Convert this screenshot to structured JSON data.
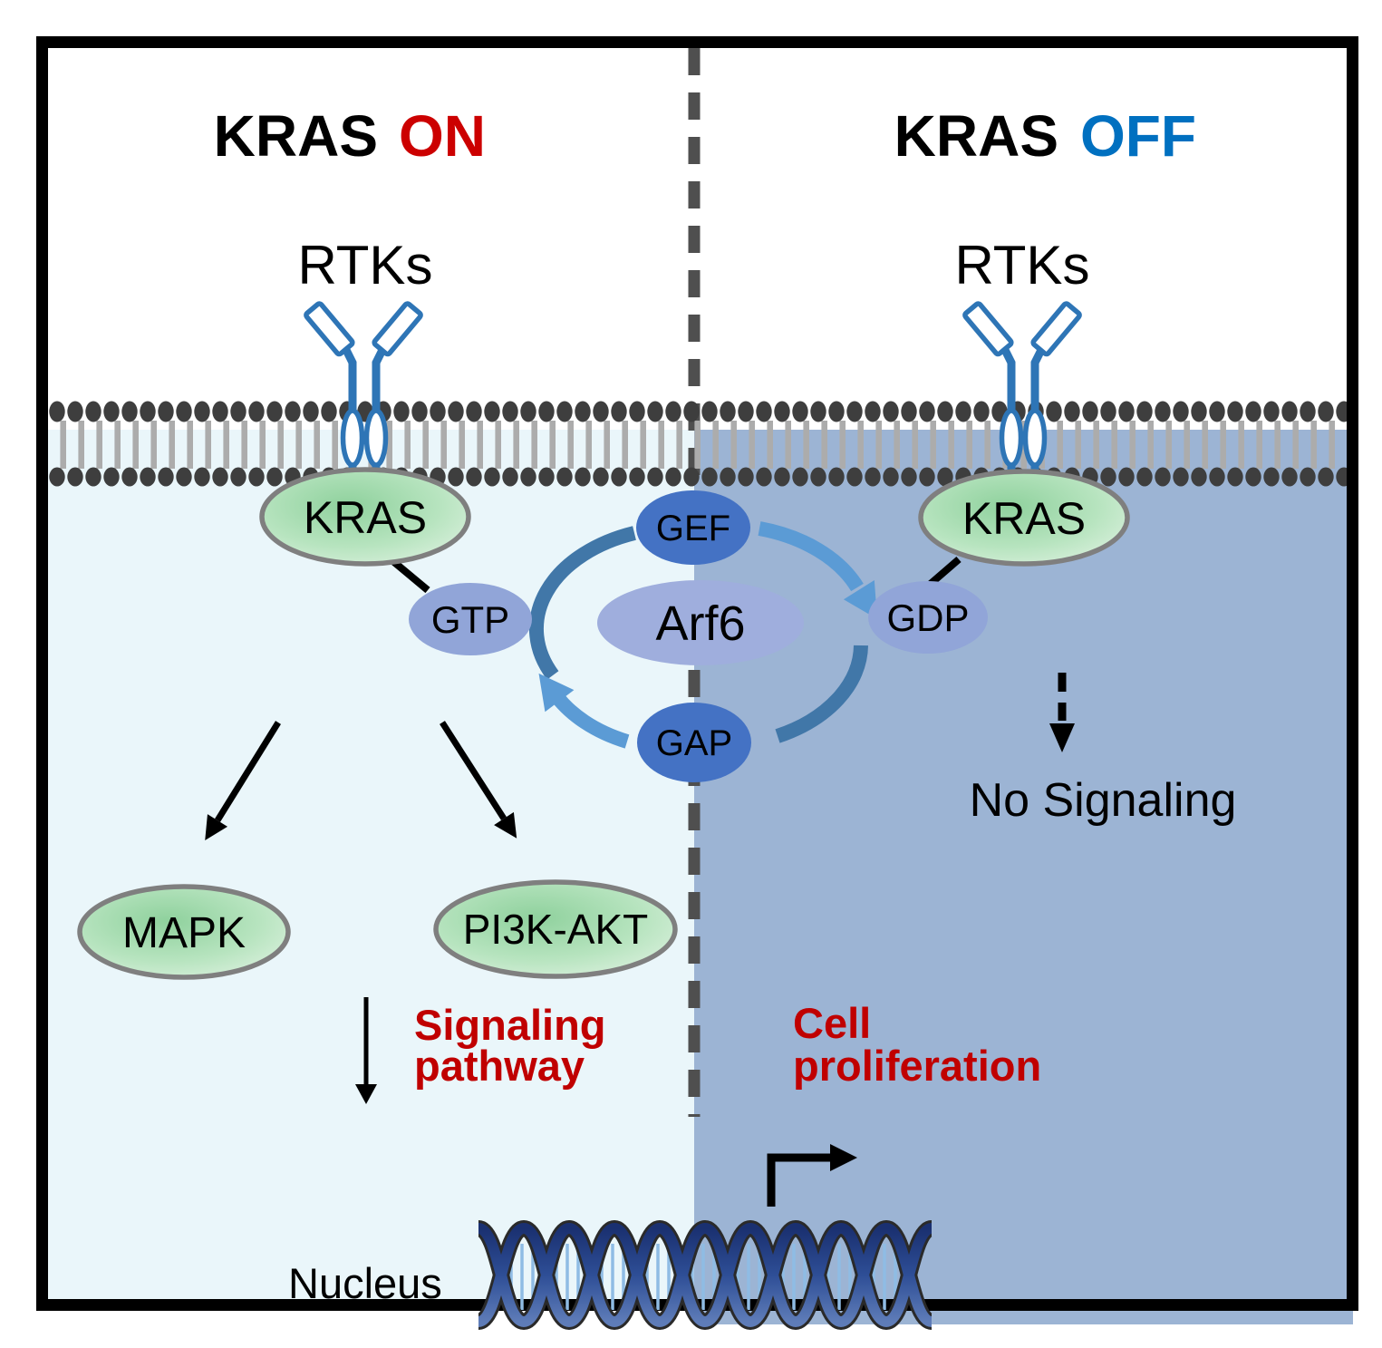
{
  "left_panel": {
    "title_prefix": "KRAS",
    "title_state": "ON",
    "rtk_label": "RTKs",
    "kras_label": "KRAS",
    "gtp_label": "GTP",
    "mapk_label": "MAPK",
    "pi3k_akt_label": "PI3K-AKT",
    "signaling_line1": "Signaling",
    "signaling_line2": "pathway",
    "nucleus_label": "Nucleus"
  },
  "right_panel": {
    "title_prefix": "KRAS",
    "title_state": "OFF",
    "rtk_label": "RTKs",
    "kras_label": "KRAS",
    "gdp_label": "GDP",
    "no_signaling_label": "No Signaling",
    "proliferation_line1": "Cell",
    "proliferation_line2": "proliferation"
  },
  "cycle": {
    "gef_label": "GEF",
    "arf6_label": "Arf6",
    "gap_label": "GAP"
  },
  "colors": {
    "on_red": "#CC0000",
    "off_blue": "#0070C0",
    "label_red": "#C00000",
    "left_bg": "#EAF6FA",
    "right_bg": "#9CB4D4",
    "receptor_blue": "#2E75B6",
    "gefgap_fill": "#4472C4",
    "arf6_fill": "#9FAEDD",
    "nucleotide_fill": "#91A5D8",
    "cycle_dark": "#4177A8",
    "cycle_light": "#5B9BD5",
    "membrane_head": "#3E3E3E",
    "membrane_tail": "#ACACAC",
    "divider_gray": "#4F4F4F",
    "dna_rung": "#8FBCE4",
    "kras_green_center": "#8FD19D",
    "kras_green_edge": "#E2F3E4"
  }
}
